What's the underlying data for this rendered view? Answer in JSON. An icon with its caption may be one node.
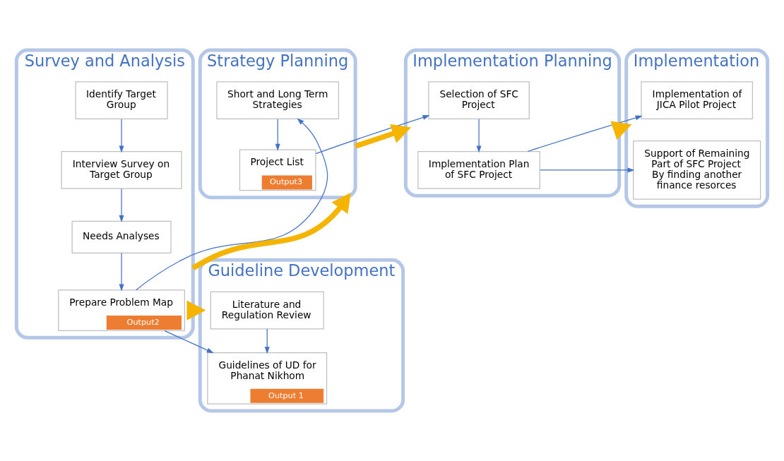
{
  "diagram": {
    "nodes": [
      {
        "text": [
          "Survey and Analysis"
        ]
      },
      {
        "text": [
          "Identify Target Group"
        ],
        "in": 0
      },
      {
        "text": [
          "Interview Survey on Target Group"
        ],
        "in": 0
      },
      {
        "text": [
          "Needs Analyses"
        ],
        "in": 0
      },
      {
        "text": [
          "Prepare Problem Map",
          "Output2"
        ],
        "in": 0
      },
      {
        "text": [
          "Strategy Planning"
        ]
      },
      {
        "text": [
          "Short and Long Term Strategies"
        ],
        "in": 5
      },
      {
        "text": [
          "Project List",
          "Output3"
        ],
        "in": 5
      },
      {
        "text": [
          "Implementation Planning"
        ]
      },
      {
        "text": [
          "Selection of SFC Project"
        ],
        "in": 8
      },
      {
        "text": [
          "Implementation Plan of SFC Project"
        ],
        "in": 8
      },
      {
        "text": [
          "Implementation"
        ]
      },
      {
        "text": [
          "Implementation of JICA Pilot Project"
        ],
        "in": 11
      },
      {
        "text": [
          "Support of Remaining Part of SFC Project By finding another finance resorces"
        ],
        "in": 11
      },
      {
        "text": [
          "Guideline Development"
        ]
      },
      {
        "text": [
          "Literature and Regulation Review"
        ],
        "in": 14
      },
      {
        "text": [
          "Guidelines of UD for Phanat Nikhom",
          "Output 1"
        ],
        "in": 14
      }
    ],
    "edges": [
      {
        "from": 1,
        "to": 2,
        "arrow": "to"
      },
      {
        "from": 2,
        "to": 3,
        "arrow": "to"
      },
      {
        "from": 3,
        "to": 4,
        "arrow": "to"
      },
      {
        "from": 4,
        "to": 6,
        "arrow": "to"
      },
      {
        "from": 4,
        "to": 16,
        "arrow": "to"
      },
      {
        "from": 6,
        "to": 7,
        "arrow": "to"
      },
      {
        "from": 7,
        "to": 9,
        "arrow": "to"
      },
      {
        "from": 9,
        "to": 10,
        "arrow": "to"
      },
      {
        "from": 10,
        "to": 12,
        "arrow": "to"
      },
      {
        "from": 10,
        "to": 13,
        "arrow": "to"
      },
      {
        "from": 15,
        "to": 16,
        "arrow": "to"
      },
      {
        "from": 0,
        "to": 5,
        "arrow": "to",
        "style": "thick",
        "color": "#f5b400"
      },
      {
        "from": 5,
        "to": 8,
        "arrow": "to",
        "style": "thick",
        "color": "#f5b400"
      },
      {
        "from": 8,
        "to": 11,
        "arrow": "to",
        "style": "thick",
        "color": "#f5b400"
      },
      {
        "from": 0,
        "to": 14,
        "arrow": "to",
        "style": "thick",
        "color": "#f5b400"
      }
    ]
  }
}
